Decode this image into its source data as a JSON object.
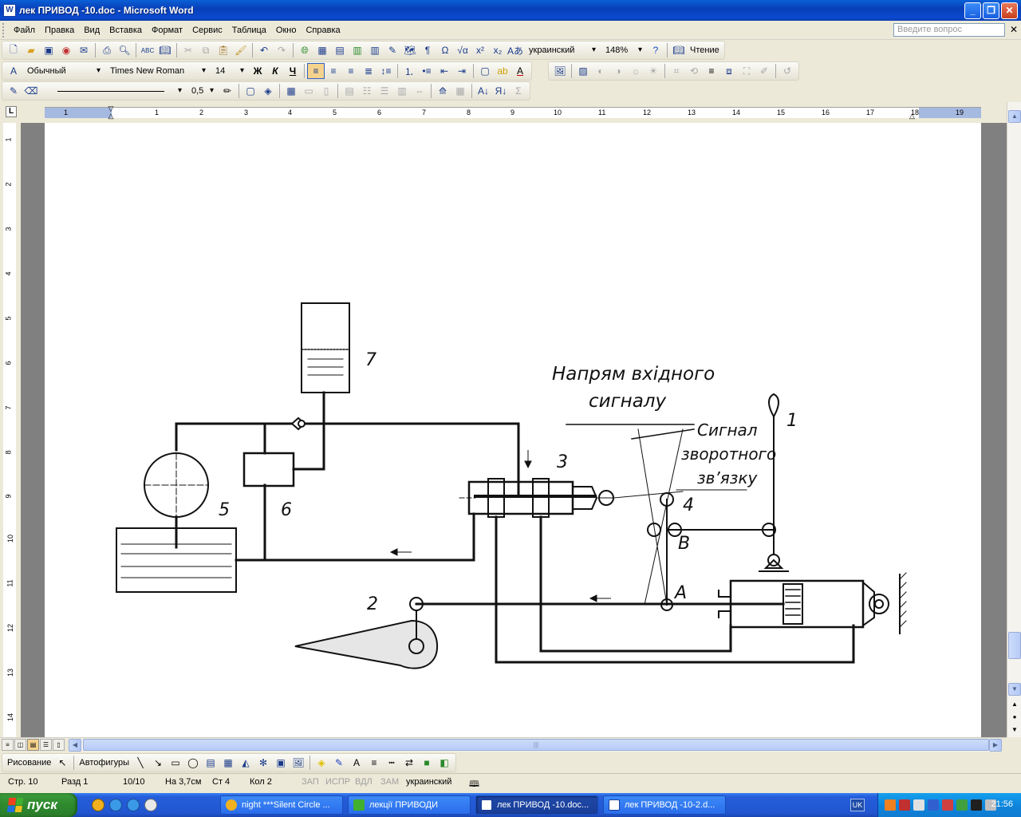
{
  "window": {
    "title": "лек ПРИВОД -10.doc - Microsoft Word",
    "app_icon": "W"
  },
  "menu": {
    "items": [
      "Файл",
      "Правка",
      "Вид",
      "Вставка",
      "Формат",
      "Сервис",
      "Таблица",
      "Окно",
      "Справка"
    ],
    "help_placeholder": "Введите вопрос"
  },
  "toolbar": {
    "language": "украинский",
    "zoom": "148%",
    "read_label": "Чтение",
    "style": "Обычный",
    "font": "Times New Roman",
    "font_size": "14",
    "bold": "Ж",
    "italic": "К",
    "underline": "Ч",
    "line_weight": "0,5"
  },
  "ruler": {
    "h_numbers": [
      "1",
      "1",
      "2",
      "3",
      "4",
      "5",
      "6",
      "7",
      "8",
      "9",
      "10",
      "11",
      "12",
      "13",
      "14",
      "15",
      "16",
      "17",
      "18",
      "19"
    ],
    "v_numbers": [
      "1",
      "2",
      "3",
      "4",
      "5",
      "6",
      "7",
      "8",
      "9",
      "10",
      "11",
      "12",
      "13",
      "14"
    ]
  },
  "diagram": {
    "labels": {
      "n1": "1",
      "n2": "2",
      "n3": "3",
      "n4": "4",
      "n5": "5",
      "n6": "6",
      "n7": "7",
      "pA": "A",
      "pB": "B"
    },
    "input_signal_line1": "Напрям вхідного",
    "input_signal_line2": "сигналу",
    "feedback_line1": "Сигнал",
    "feedback_line2": "зворотного",
    "feedback_line3": "зв’язку"
  },
  "drawing_toolbar": {
    "draw_label": "Рисование",
    "autoshapes_label": "Автофигуры"
  },
  "status": {
    "page": "Стр.  10",
    "section": "Разд  1",
    "page_of": "10/10",
    "at": "На  3,7см",
    "line": "Ст  4",
    "col": "Кол  2",
    "rec": "ЗАП",
    "trk": "ИСПР",
    "ext": "ВДЛ",
    "ovr": "ЗАМ",
    "lang": "украинский"
  },
  "taskbar": {
    "start": "пуск",
    "tasks": [
      "night ***Silent Circle ...",
      "лекції ПРИВОДИ",
      "лек ПРИВОД -10.doc...",
      "лек ПРИВОД -10-2.d..."
    ],
    "lang": "UK",
    "clock": "21:56"
  }
}
